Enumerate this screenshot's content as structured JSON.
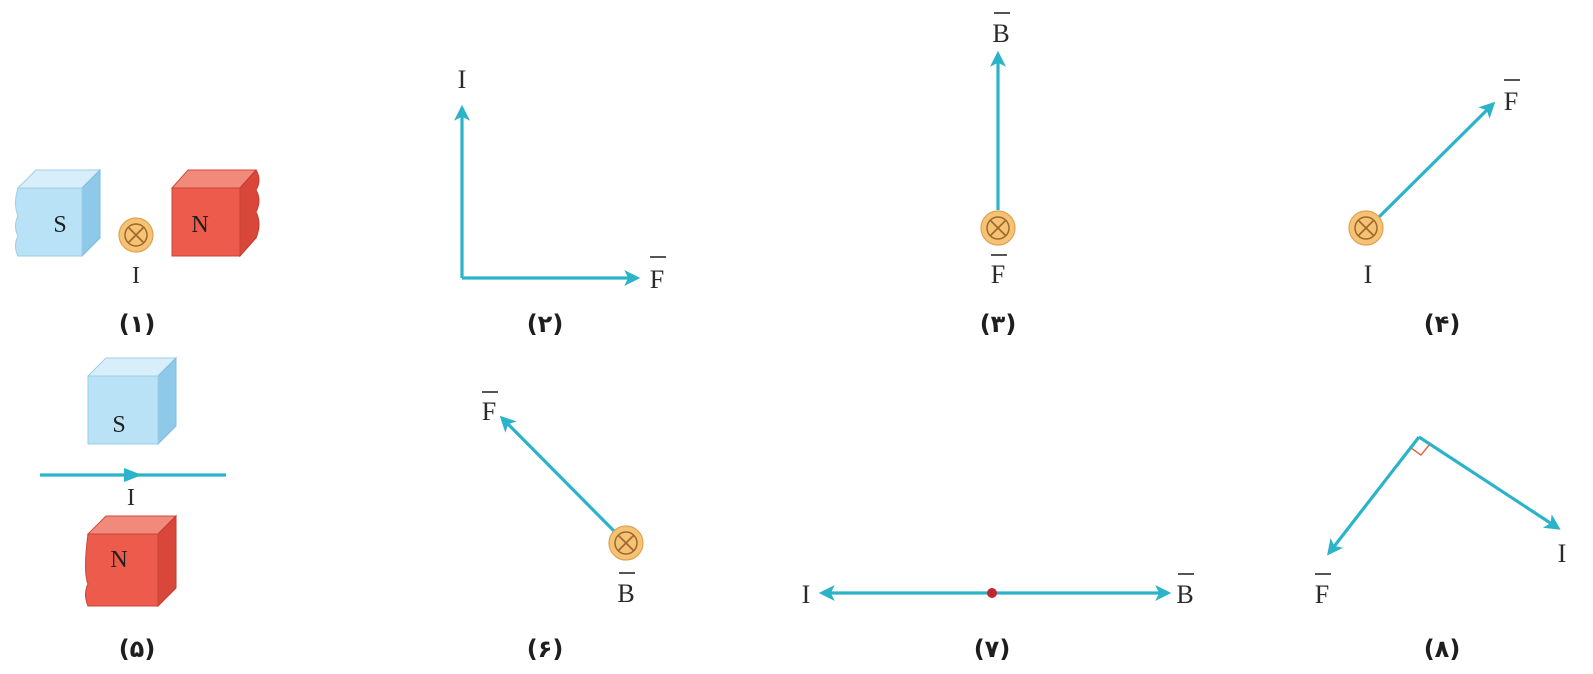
{
  "colors": {
    "vector": "#2bb3c9",
    "south_pole": "#a9dcf5",
    "north_pole": "#ec5b4b",
    "current_symbol": "#f6c276",
    "dot": "#c0282d"
  },
  "figures": {
    "f1": {
      "caption": "(۱)",
      "south": "S",
      "north": "N",
      "current": "I"
    },
    "f2": {
      "caption": "(۲)",
      "vertical": "I",
      "horizontal": "F"
    },
    "f3": {
      "caption": "(۳)",
      "up": "B",
      "bottom": "F"
    },
    "f4": {
      "caption": "(۴)",
      "arrow": "F",
      "bottom": "I"
    },
    "f5": {
      "caption": "(۵)",
      "south": "S",
      "north": "N",
      "current": "I"
    },
    "f6": {
      "caption": "(۶)",
      "arrow": "F",
      "bottom": "B"
    },
    "f7": {
      "caption": "(۷)",
      "left": "I",
      "right": "B"
    },
    "f8": {
      "caption": "(۸)",
      "left": "F",
      "right": "I"
    }
  }
}
